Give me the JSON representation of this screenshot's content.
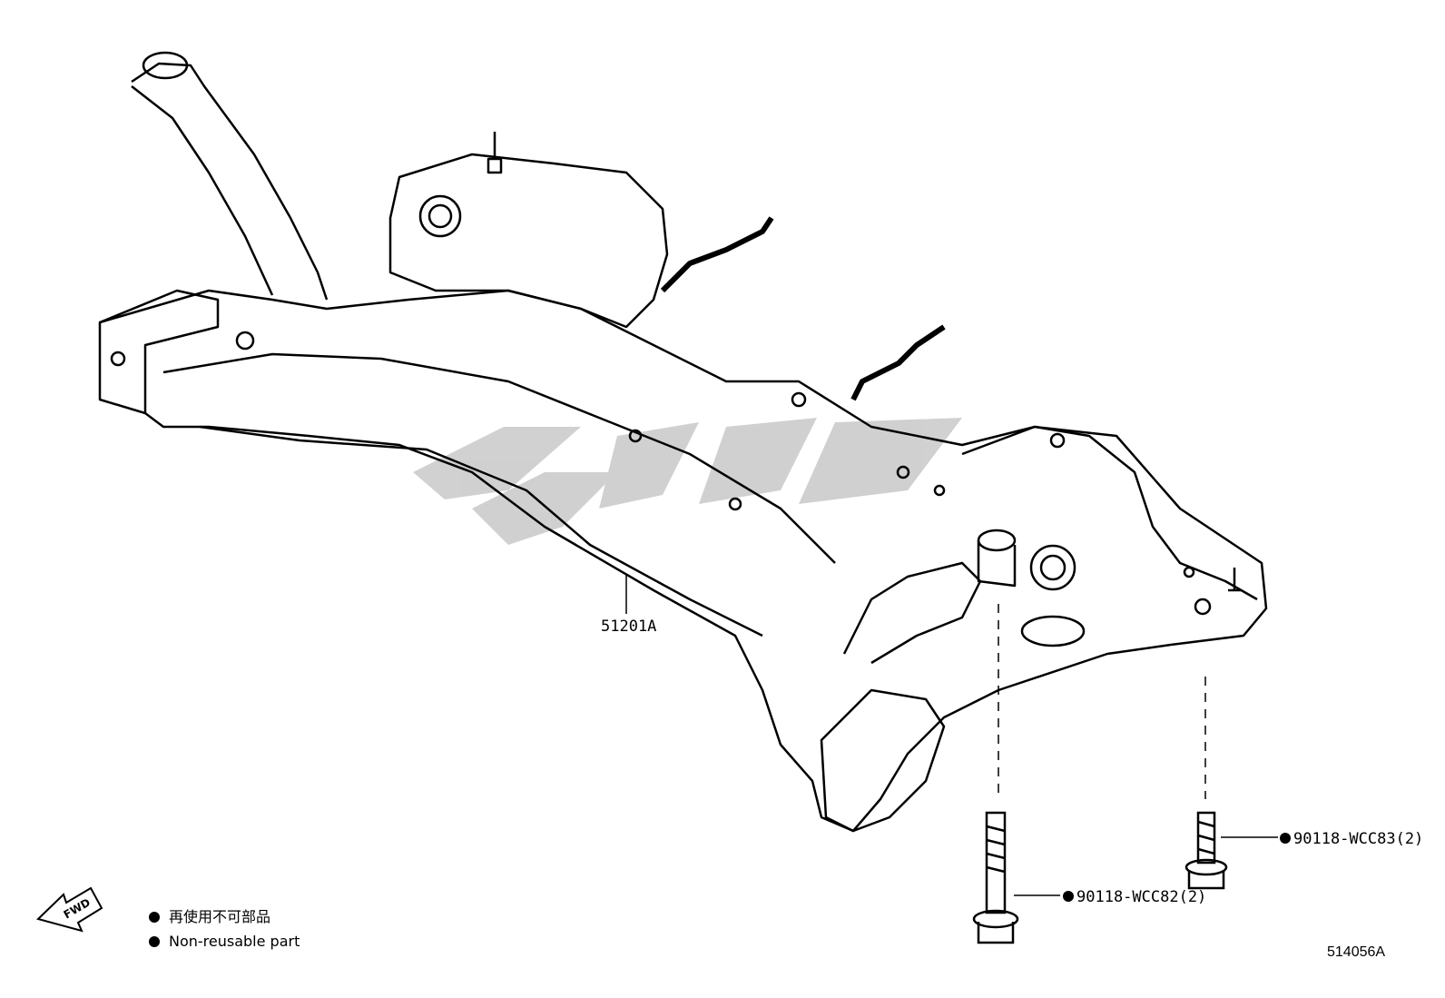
{
  "diagram": {
    "figure_id": "514056A",
    "fwd_label": "FWD",
    "parts": [
      {
        "label": "51201A"
      },
      {
        "label": "90118-WCC82(2)",
        "non_reusable": true
      },
      {
        "label": "90118-WCC83(2)",
        "non_reusable": true
      }
    ],
    "legend": [
      {
        "text": "再使用不可部品"
      },
      {
        "text": "Non-reusable part"
      }
    ]
  }
}
